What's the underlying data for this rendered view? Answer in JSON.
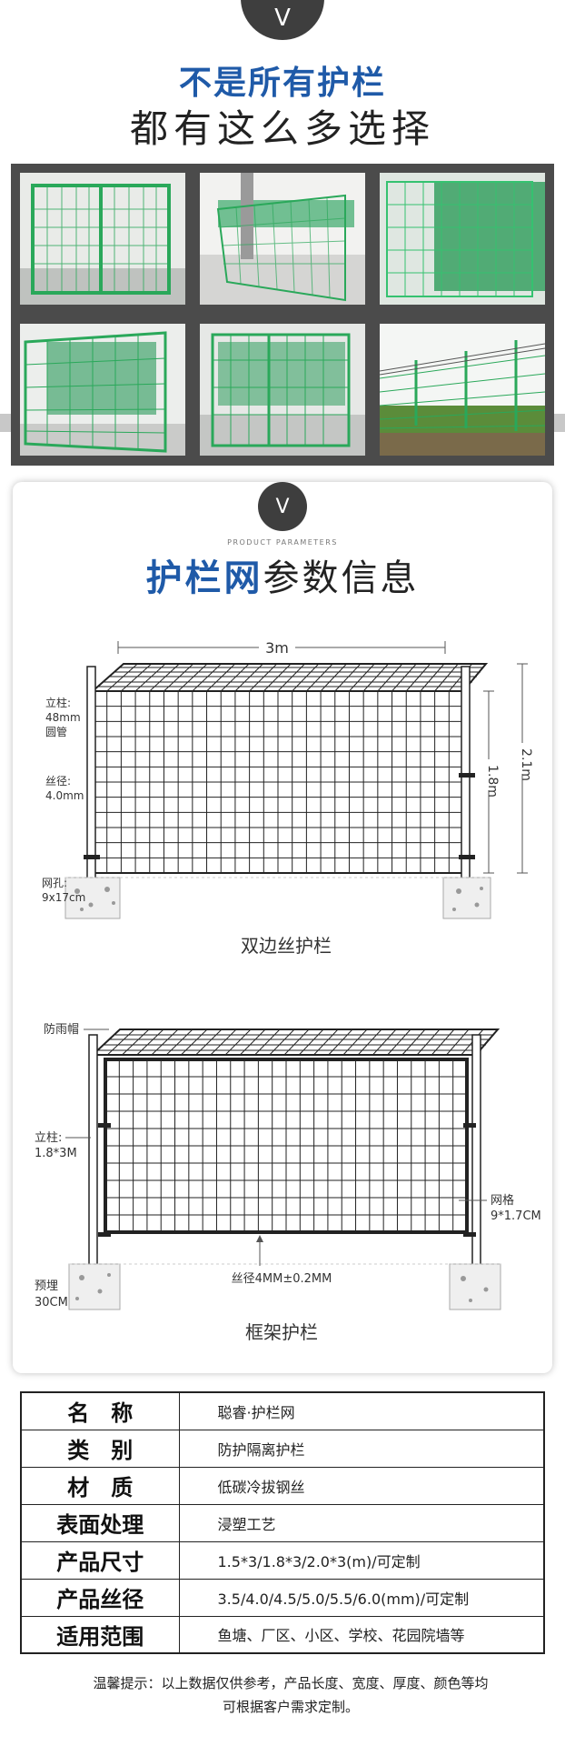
{
  "badge_top": "V",
  "badge_mid": "V",
  "hero": {
    "title_line1": "不是所有护栏",
    "title_line2": "都有这么多选择"
  },
  "param": {
    "subtitle": "PRODUCT PARAMETERS",
    "title_blue": "护栏网",
    "title_dark": "参数信息"
  },
  "diagram1": {
    "width_label": "3m",
    "post_label_1": "立柱:",
    "post_label_2": "48mm",
    "post_label_3": "圆管",
    "wire_label_1": "丝径:",
    "wire_label_2": "4.0mm",
    "mesh_label_1": "网孔:",
    "mesh_label_2": "9x17cm",
    "height_inner": "1.8m",
    "height_outer": "2.1m",
    "caption": "双边丝护栏"
  },
  "diagram2": {
    "cap_label": "防雨帽",
    "post_label_1": "立柱:",
    "post_label_2": "1.8*3M",
    "grid_label_1": "网格",
    "grid_label_2": "9*1.7CM",
    "bury_label_1": "预埋",
    "bury_label_2": "30CM",
    "wire_label": "丝径4MM±0.2MM",
    "caption": "框架护栏"
  },
  "spec_rows": [
    {
      "key": "名　称",
      "value": "聪睿·护栏网"
    },
    {
      "key": "类　别",
      "value": "防护隔离护栏"
    },
    {
      "key": "材　质",
      "value": "低碳冷拔钢丝"
    },
    {
      "key": "表面处理",
      "value": "浸塑工艺"
    },
    {
      "key": "产品尺寸",
      "value": "1.5*3/1.8*3/2.0*3(m)/可定制"
    },
    {
      "key": "产品丝径",
      "value": "3.5/4.0/4.5/5.0/5.5/6.0(mm)/可定制"
    },
    {
      "key": "适用范围",
      "value": "鱼塘、厂区、小区、学校、花园院墙等"
    }
  ],
  "note_line1": "温馨提示：以上数据仅供参考，产品长度、宽度、厚度、颜色等均",
  "note_line2": "可根据客户需求定制。",
  "colors": {
    "brand_blue": "#1f5aa8",
    "fence_green": "#2aa85a",
    "band_grey": "#4b4b4b"
  }
}
